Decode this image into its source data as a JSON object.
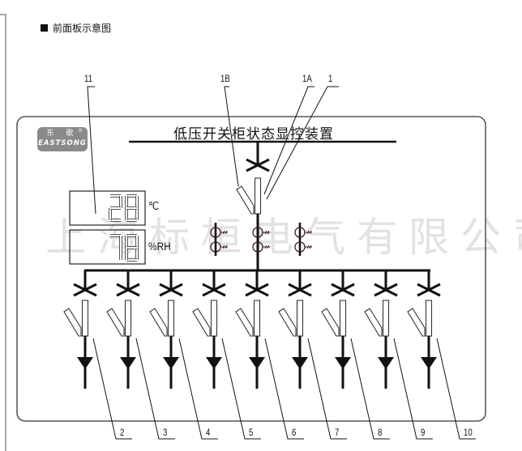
{
  "heading": {
    "bullet": "square",
    "text": "前面板示意图"
  },
  "panel": {
    "title": "低压开关柜状态显控装置",
    "logo": {
      "chinese": "东 歌",
      "english": "EASTSONG",
      "registered": "®"
    },
    "temperature": {
      "value": "28",
      "unit": "℃"
    },
    "humidity": {
      "value": "78",
      "unit": "%RH"
    }
  },
  "watermark": "上海标桓电气有限公司",
  "callouts": {
    "display": "11",
    "main_1B": "1B",
    "main_1A": "1A",
    "main_1": "1",
    "branches": [
      "2",
      "3",
      "4",
      "5",
      "6",
      "7",
      "8",
      "9",
      "10"
    ]
  },
  "diagram": {
    "branch_count": 9,
    "ct_count": 3,
    "colors": {
      "line": "#111111",
      "ct": "#3a1a1a",
      "logo": "#8a8a8a",
      "frame": "#333333"
    }
  }
}
